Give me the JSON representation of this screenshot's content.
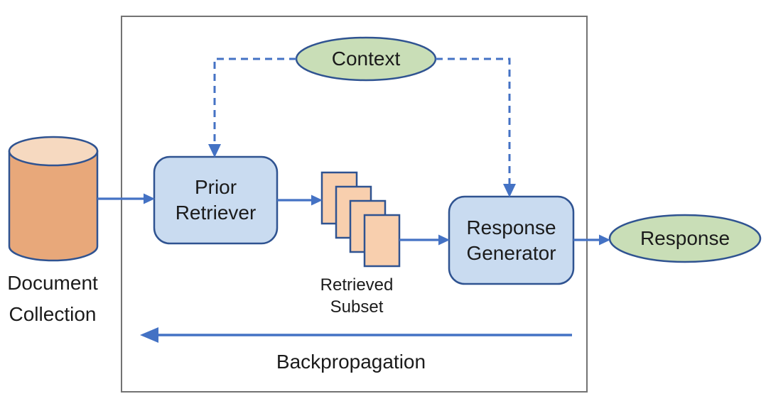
{
  "diagram": {
    "nodes": {
      "document_collection": {
        "line1": "Document",
        "line2": "Collection"
      },
      "prior_retriever": {
        "line1": "Prior",
        "line2": "Retriever"
      },
      "retrieved_subset": {
        "line1": "Retrieved",
        "line2": "Subset"
      },
      "response_generator": {
        "line1": "Response",
        "line2": "Generator"
      },
      "context": {
        "label": "Context"
      },
      "response": {
        "label": "Response"
      },
      "backpropagation": {
        "label": "Backpropagation"
      }
    },
    "colors": {
      "arrow_blue": "#4472C4",
      "shape_border_navy": "#2F5391",
      "process_fill_blue": "#C9DBF0",
      "data_fill_green": "#C9DEB7",
      "cylinder_body_orange": "#E8A87A",
      "cylinder_top_orange": "#F6D9C0",
      "document_fill_peach": "#F8CFAE",
      "boundary_gray": "#737373",
      "text": "#1B1B1B",
      "background": "#FFFFFF"
    }
  }
}
